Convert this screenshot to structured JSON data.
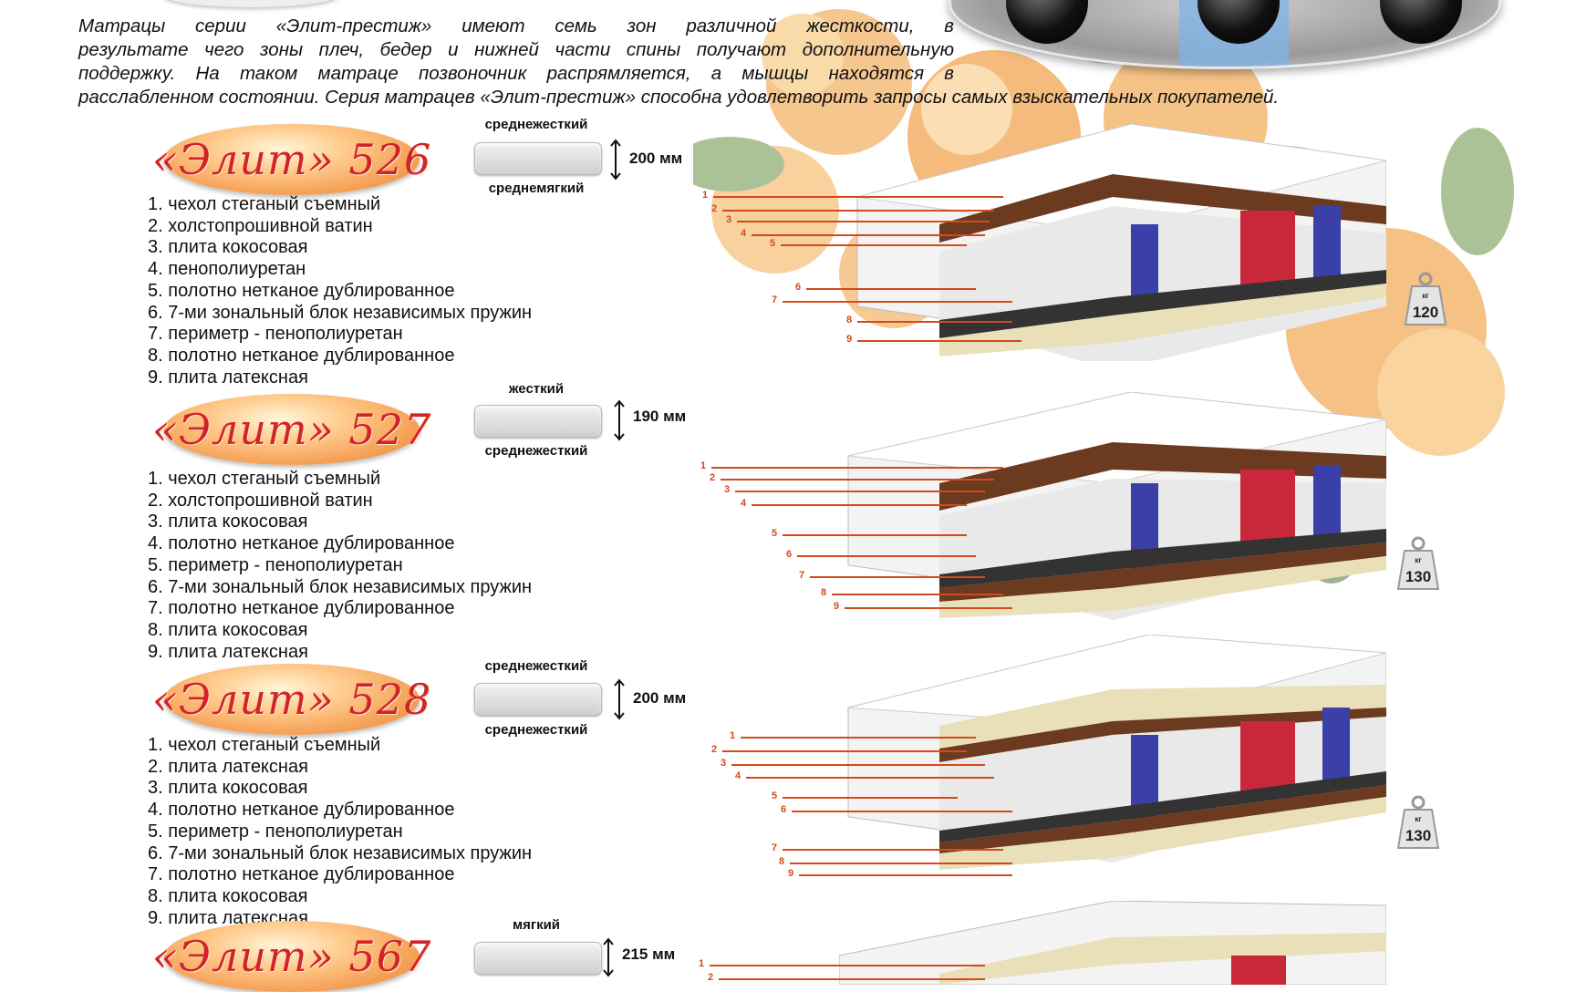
{
  "intro": [
    "Матрацы серии «Элит-престиж» имеют семь зон различной жесткости, в",
    "результате чего зоны плеч, бедер и нижней части спины получают дополнительную",
    "поддержку. На таком матраце позвоночник распрямляется, а мышцы находятся в",
    "расслабленном состоянии. Серия матрацев «Элит-престиж» способна удовлетворить запросы самых взыскательных покупателей."
  ],
  "models": [
    {
      "name": "«Элит» 526",
      "firmness_top": "среднежесткий",
      "firmness_bottom": "среднемягкий",
      "height": "200 мм",
      "max_weight": "120",
      "weight_unit": "кг",
      "layers": [
        "1. чехол стеганый съемный",
        "2. холстопрошивной ватин",
        "3. плита кокосовая",
        "4. пенополиуретан",
        "5. полотно нетканое дублированное",
        "6. 7-ми зональный блок независимых пружин",
        "7. периметр - пенополиуретан",
        "8. полотно нетканое дублированное",
        "9. плита латексная"
      ],
      "callout_numbers": [
        "1",
        "2",
        "3",
        "4",
        "5",
        "6",
        "7",
        "8",
        "9"
      ]
    },
    {
      "name": "«Элит» 527",
      "firmness_top": "жесткий",
      "firmness_bottom": "среднежесткий",
      "height": "190 мм",
      "max_weight": "130",
      "weight_unit": "кг",
      "layers": [
        "1. чехол стеганый съемный",
        "2. холстопрошивной ватин",
        "3. плита кокосовая",
        "4. полотно нетканое дублированное",
        "5. периметр - пенополиуретан",
        "6. 7-ми зональный блок независимых пружин",
        "7. полотно нетканое дублированное",
        "8. плита кокосовая",
        "9. плита латексная"
      ],
      "callout_numbers": [
        "1",
        "2",
        "3",
        "4",
        "5",
        "6",
        "7",
        "8",
        "9"
      ]
    },
    {
      "name": "«Элит» 528",
      "firmness_top": "среднежесткий",
      "firmness_bottom": "среднежесткий",
      "height": "200 мм",
      "max_weight": "130",
      "weight_unit": "кг",
      "layers": [
        "1. чехол стеганый съемный",
        "2. плита латексная",
        "3. плита кокосовая",
        "4. полотно нетканое дублированное",
        "5. периметр - пенополиуретан",
        "6. 7-ми зональный блок независимых пружин",
        "7. полотно нетканое дублированное",
        "8. плита кокосовая",
        "9. плита латексная"
      ],
      "callout_numbers": [
        "1",
        "2",
        "3",
        "4",
        "5",
        "6",
        "7",
        "8",
        "9"
      ]
    },
    {
      "name": "«Элит» 567",
      "firmness_top": "мягкий",
      "height": "215 мм",
      "layers": [],
      "callout_numbers": [
        "1",
        "2"
      ]
    }
  ],
  "colors": {
    "badge_text": "#d2232a",
    "callout": "#d44a1c",
    "coir": "#6b3a1f",
    "latex": "#e9dfb8",
    "spring_blue": "#3b3fa8",
    "spring_red": "#c8283a"
  }
}
